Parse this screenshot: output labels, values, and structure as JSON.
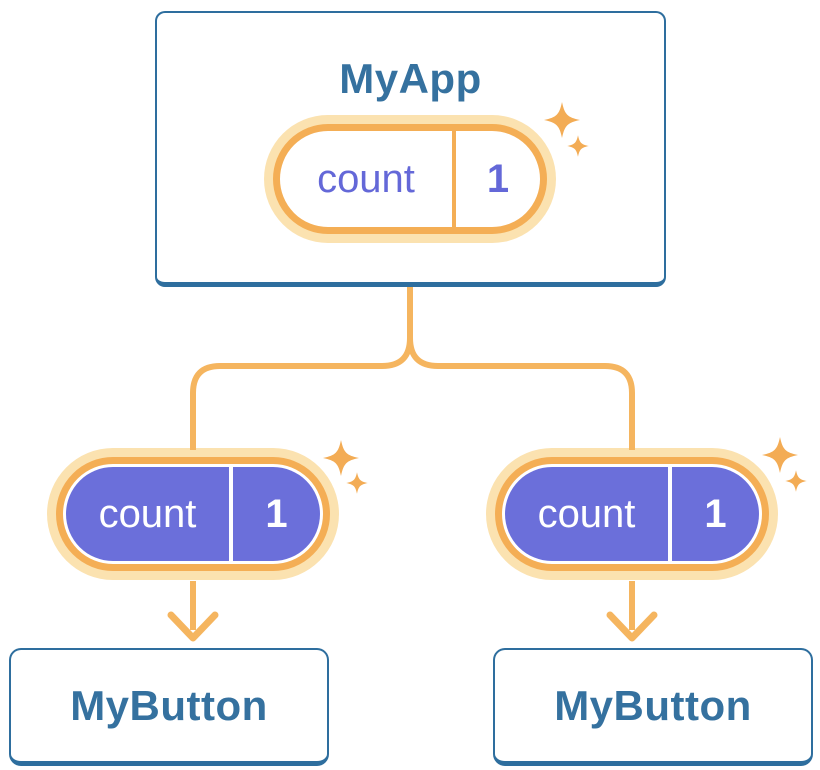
{
  "app": {
    "root": {
      "title": "MyApp",
      "state": {
        "name": "count",
        "value": "1"
      }
    },
    "children": [
      {
        "title": "MyButton",
        "prop": {
          "name": "count",
          "value": "1"
        }
      },
      {
        "title": "MyButton",
        "prop": {
          "name": "count",
          "value": "1"
        }
      }
    ]
  },
  "colors": {
    "node_border": "#2E6E9E",
    "node_title_text": "#35719F",
    "highlight_ring": "#F4AE55",
    "highlight_ring_light": "#FBE2B0",
    "connector_line": "#F5B55F",
    "sparkle": "#F3AC55",
    "prop_pill_fill": "#6B6FDA",
    "state_text": "#6468D8",
    "prop_text": "#FFFFFF"
  }
}
